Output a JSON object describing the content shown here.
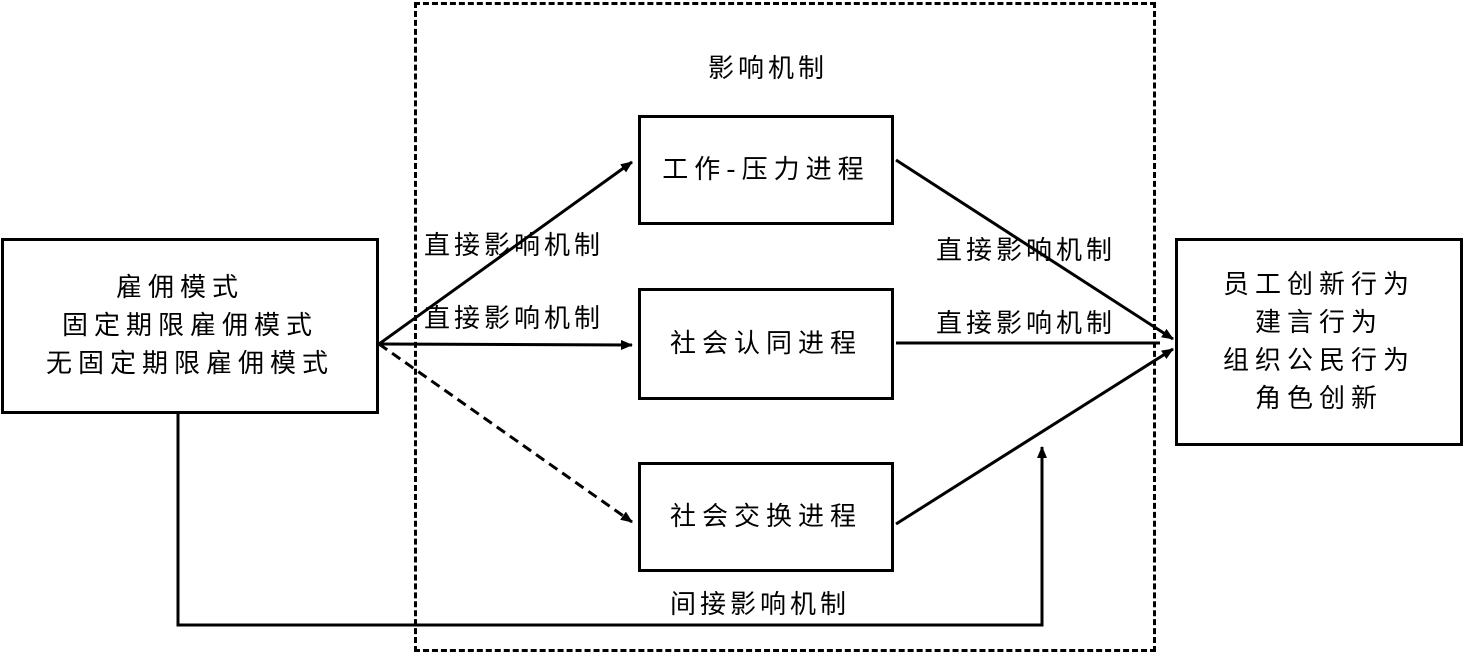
{
  "mechanism_area": {
    "title": "影响机制"
  },
  "left_box": {
    "lines": [
      "雇佣模式",
      "固定期限雇佣模式",
      "无固定期限雇佣模式"
    ]
  },
  "processes": [
    {
      "label": "工作-压力进程"
    },
    {
      "label": "社会认同进程"
    },
    {
      "label": "社会交换进程"
    }
  ],
  "right_box": {
    "lines": [
      "员工创新行为",
      "建言行为",
      "组织公民行为",
      "角色创新"
    ]
  },
  "edge_labels": {
    "left_upper": "直接影响机制",
    "left_middle": "直接影响机制",
    "right_upper": "直接影响机制",
    "right_middle": "直接影响机制",
    "bottom": "间接影响机制"
  },
  "colors": {
    "line": "#000000",
    "background": "#ffffff"
  }
}
